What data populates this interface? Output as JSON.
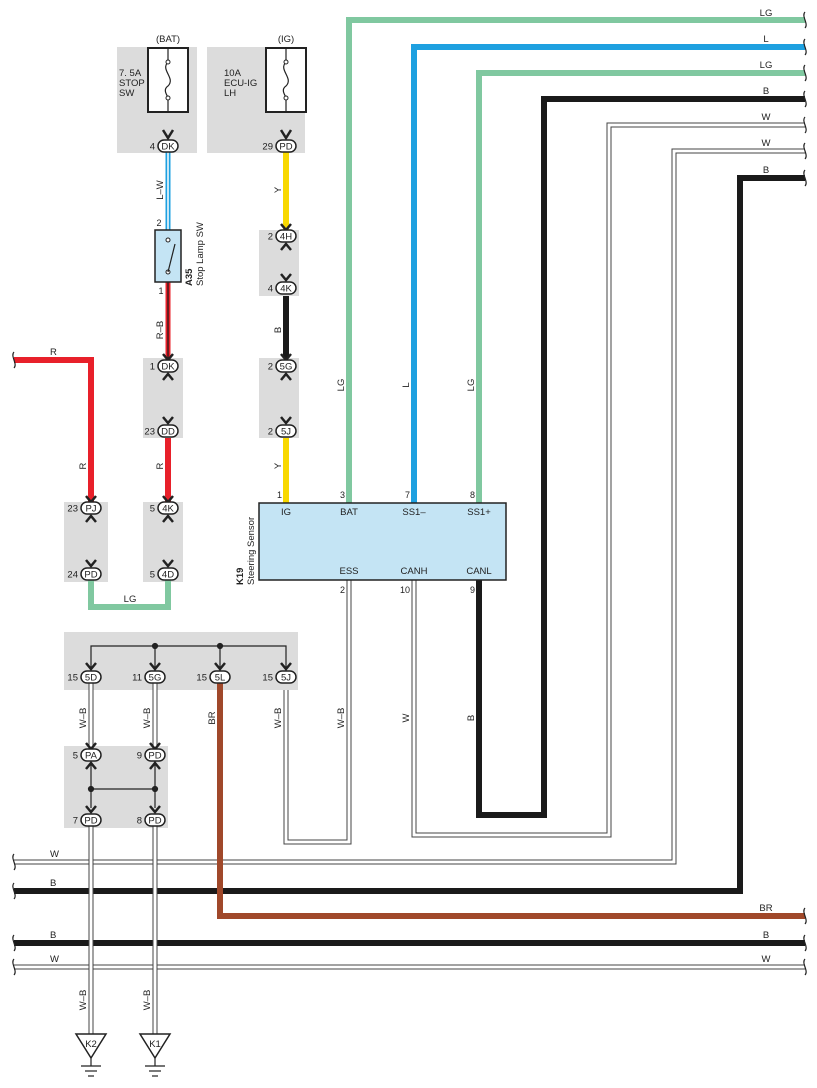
{
  "fuses": [
    {
      "supply": "(BAT)",
      "l1": "7. 5A",
      "l2": "STOP",
      "l3": "SW",
      "pin": "4",
      "conn": "DK"
    },
    {
      "supply": "(IG)",
      "l1": "10A",
      "l2": "ECU-IG",
      "l3": "LH",
      "pin": "29",
      "conn": "PD"
    }
  ],
  "switch": {
    "id": "A35",
    "name": "Stop Lamp SW",
    "pin_top": "2",
    "pin_bottom": "1"
  },
  "sensor": {
    "id": "K19",
    "name": "Steering Sensor",
    "top_pins": [
      {
        "num": "1",
        "label": "IG"
      },
      {
        "num": "3",
        "label": "BAT"
      },
      {
        "num": "7",
        "label": "SS1–"
      },
      {
        "num": "8",
        "label": "SS1+"
      }
    ],
    "bottom_pins": [
      {
        "num": "2",
        "label": "ESS"
      },
      {
        "num": "10",
        "label": "CANH"
      },
      {
        "num": "9",
        "label": "CANL"
      }
    ]
  },
  "connectors": [
    {
      "pin": "2",
      "conn": "4H"
    },
    {
      "pin": "4",
      "conn": "4K"
    },
    {
      "pin": "2",
      "conn": "5G"
    },
    {
      "pin": "2",
      "conn": "5J"
    },
    {
      "pin": "1",
      "conn": "DK"
    },
    {
      "pin": "23",
      "conn": "DD"
    },
    {
      "pin": "5",
      "conn": "4K"
    },
    {
      "pin": "5",
      "conn": "4D"
    },
    {
      "pin": "23",
      "conn": "PJ"
    },
    {
      "pin": "24",
      "conn": "PD"
    },
    {
      "pin": "15",
      "conn": "5D"
    },
    {
      "pin": "11",
      "conn": "5G"
    },
    {
      "pin": "15",
      "conn": "5L"
    },
    {
      "pin": "15",
      "conn": "5J"
    },
    {
      "pin": "5",
      "conn": "PA"
    },
    {
      "pin": "9",
      "conn": "PD"
    },
    {
      "pin": "7",
      "conn": "PD"
    },
    {
      "pin": "8",
      "conn": "PD"
    }
  ],
  "wire_labels": {
    "lw": "L–W",
    "y1": "Y",
    "rb": "R–B",
    "b1": "B",
    "y2": "Y",
    "r1": "R",
    "r2": "R",
    "r_left": "R",
    "lg_bottom": "LG",
    "lg1": "LG",
    "l1": "L",
    "lg2": "LG",
    "wb1": "W–B",
    "wb2": "W–B",
    "br1": "BR",
    "wb3": "W–B",
    "wb4": "W–B",
    "w1": "W",
    "b2": "B",
    "wb5": "W–B",
    "wb6": "W–B",
    "r_lg1": "LG",
    "r_l": "L",
    "r_lg2": "LG",
    "r_b1": "B",
    "r_w1": "W",
    "r_w2": "W",
    "r_b2": "B",
    "r_br": "BR",
    "r_b3": "B",
    "r_w3": "W",
    "l_w": "W",
    "l_b1": "B",
    "l_b2": "B",
    "l_w2": "W"
  },
  "grounds": [
    {
      "id": "K2"
    },
    {
      "id": "K1"
    }
  ],
  "colors": {
    "LG": "#80c8a0",
    "L": "#1ea0e0",
    "B": "#1a1a1a",
    "W": "#ffffff",
    "R": "#e8202a",
    "Y": "#f8d800",
    "BR": "#a0482a",
    "box": "#dcdcdc",
    "sensor": "#c4e4f4"
  }
}
